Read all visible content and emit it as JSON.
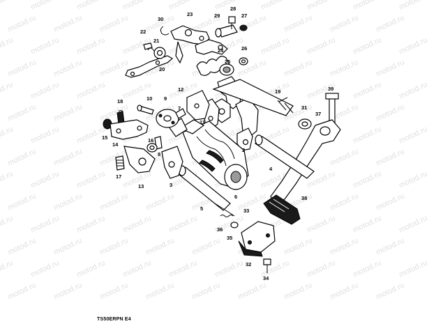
{
  "watermark": "motod.ru",
  "footer": "TS50ERPN E4",
  "callouts": {
    "c2": "2",
    "c3": "3",
    "c4": "4",
    "c5": "5",
    "c6": "6",
    "c7": "7",
    "c8": "8",
    "c9": "9",
    "c10": "10",
    "c11": "11",
    "c12": "12",
    "c13": "13",
    "c14": "14",
    "c15": "15",
    "c16": "16",
    "c17": "17",
    "c18": "18",
    "c19": "19",
    "c20": "20",
    "c21": "21",
    "c22": "22",
    "c23": "23",
    "c24": "24",
    "c25": "25",
    "c26": "26",
    "c27": "27",
    "c28": "28",
    "c29": "29",
    "c30": "30",
    "c31": "31",
    "c32": "32",
    "c33": "33",
    "c34": "34",
    "c35": "35",
    "c36": "36",
    "c37": "37",
    "c38": "38",
    "c39": "39"
  }
}
